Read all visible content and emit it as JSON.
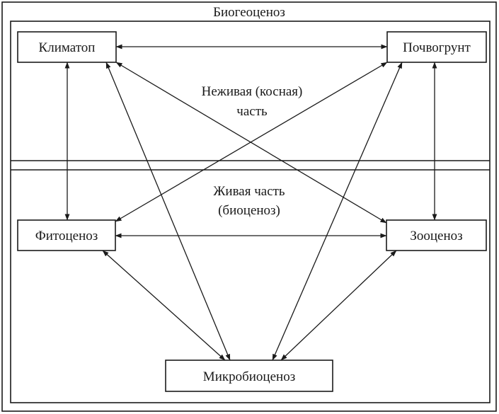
{
  "diagram": {
    "title": "Биогеоценоз",
    "nonliving_label": {
      "line1": "Неживая (косная)",
      "line2": "часть"
    },
    "living_label": {
      "line1": "Живая часть",
      "line2": "(биоценоз)"
    },
    "nodes": {
      "climatop": "Климатоп",
      "soil": "Почвогрунт",
      "phyto": "Фитоценоз",
      "zoo": "Зооценоз",
      "micro": "Микробиоценоз"
    },
    "connections": [
      [
        "climatop",
        "soil"
      ],
      [
        "climatop",
        "phyto"
      ],
      [
        "climatop",
        "zoo"
      ],
      [
        "climatop",
        "micro"
      ],
      [
        "soil",
        "phyto"
      ],
      [
        "soil",
        "zoo"
      ],
      [
        "soil",
        "micro"
      ],
      [
        "phyto",
        "zoo"
      ],
      [
        "phyto",
        "micro"
      ],
      [
        "zoo",
        "micro"
      ]
    ]
  }
}
